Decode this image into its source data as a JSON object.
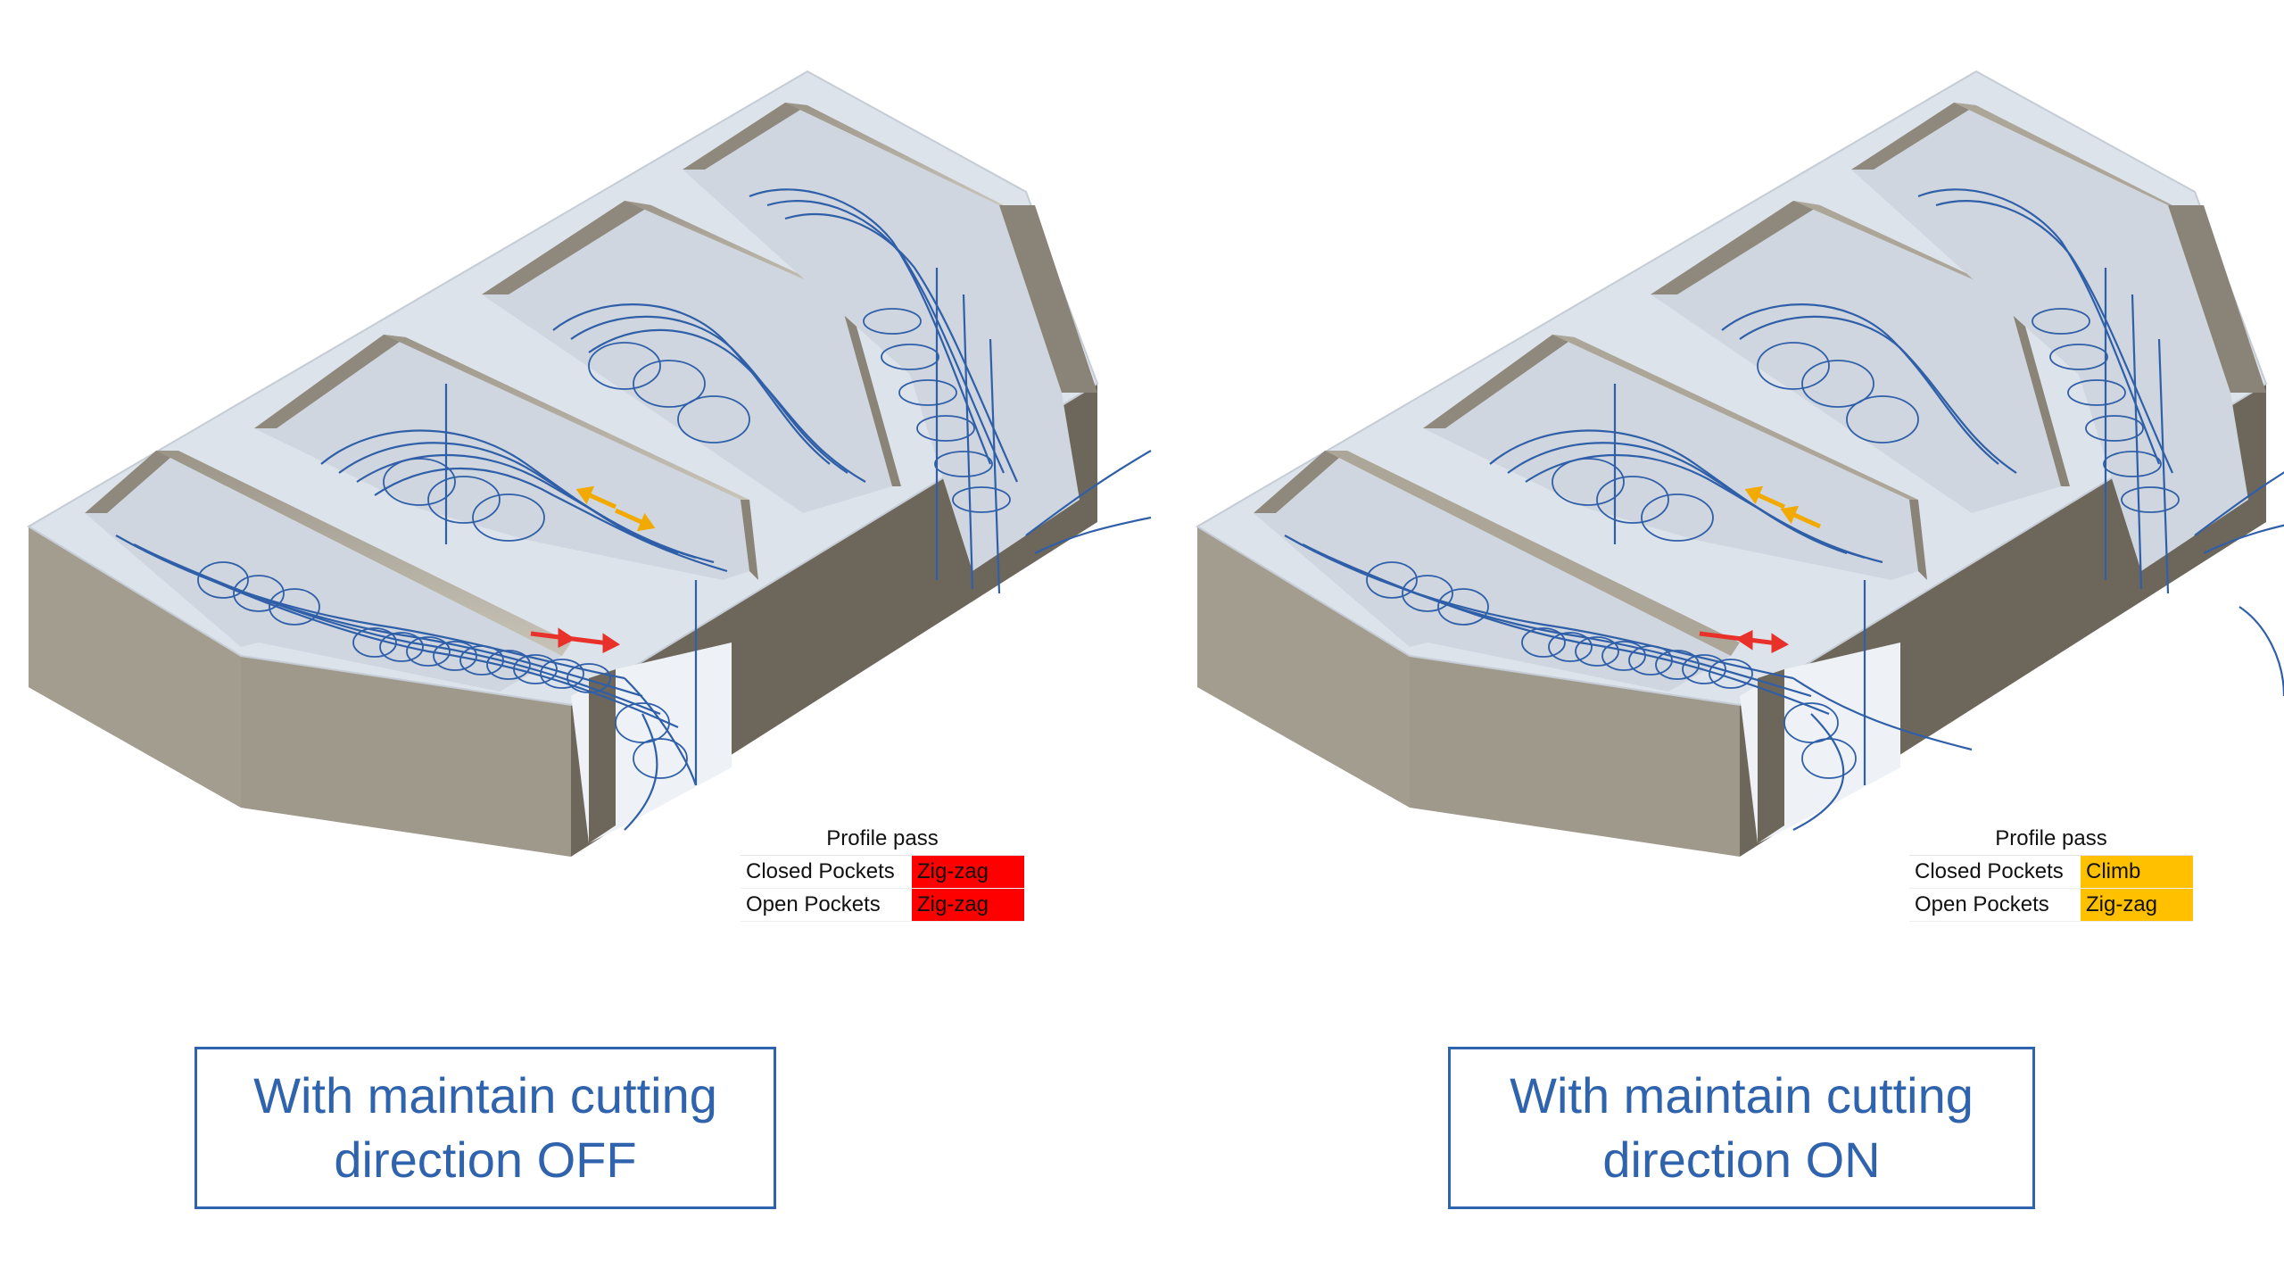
{
  "left": {
    "table": {
      "header": "Profile pass",
      "rows": [
        {
          "label": "Closed Pockets",
          "value": "Zig-zag",
          "color": "#ff0000"
        },
        {
          "label": "Open Pockets",
          "value": "Zig-zag",
          "color": "#ff0000"
        }
      ]
    },
    "caption": "With maintain cutting direction OFF"
  },
  "right": {
    "table": {
      "header": "Profile pass",
      "rows": [
        {
          "label": "Closed Pockets",
          "value": "Climb",
          "color": "#ffc000"
        },
        {
          "label": "Open Pockets",
          "value": "Zig-zag",
          "color": "#ffc000"
        }
      ]
    },
    "caption": "With maintain cutting direction ON"
  },
  "colors": {
    "toolpath": "#2f5fa8",
    "part_top": "#dde3ea",
    "part_side": "#a49d90",
    "pocket_floor": "#cfd6df",
    "arrow_orange": "#f2a900",
    "arrow_red": "#e8312a",
    "caption": "#2f63ad"
  }
}
